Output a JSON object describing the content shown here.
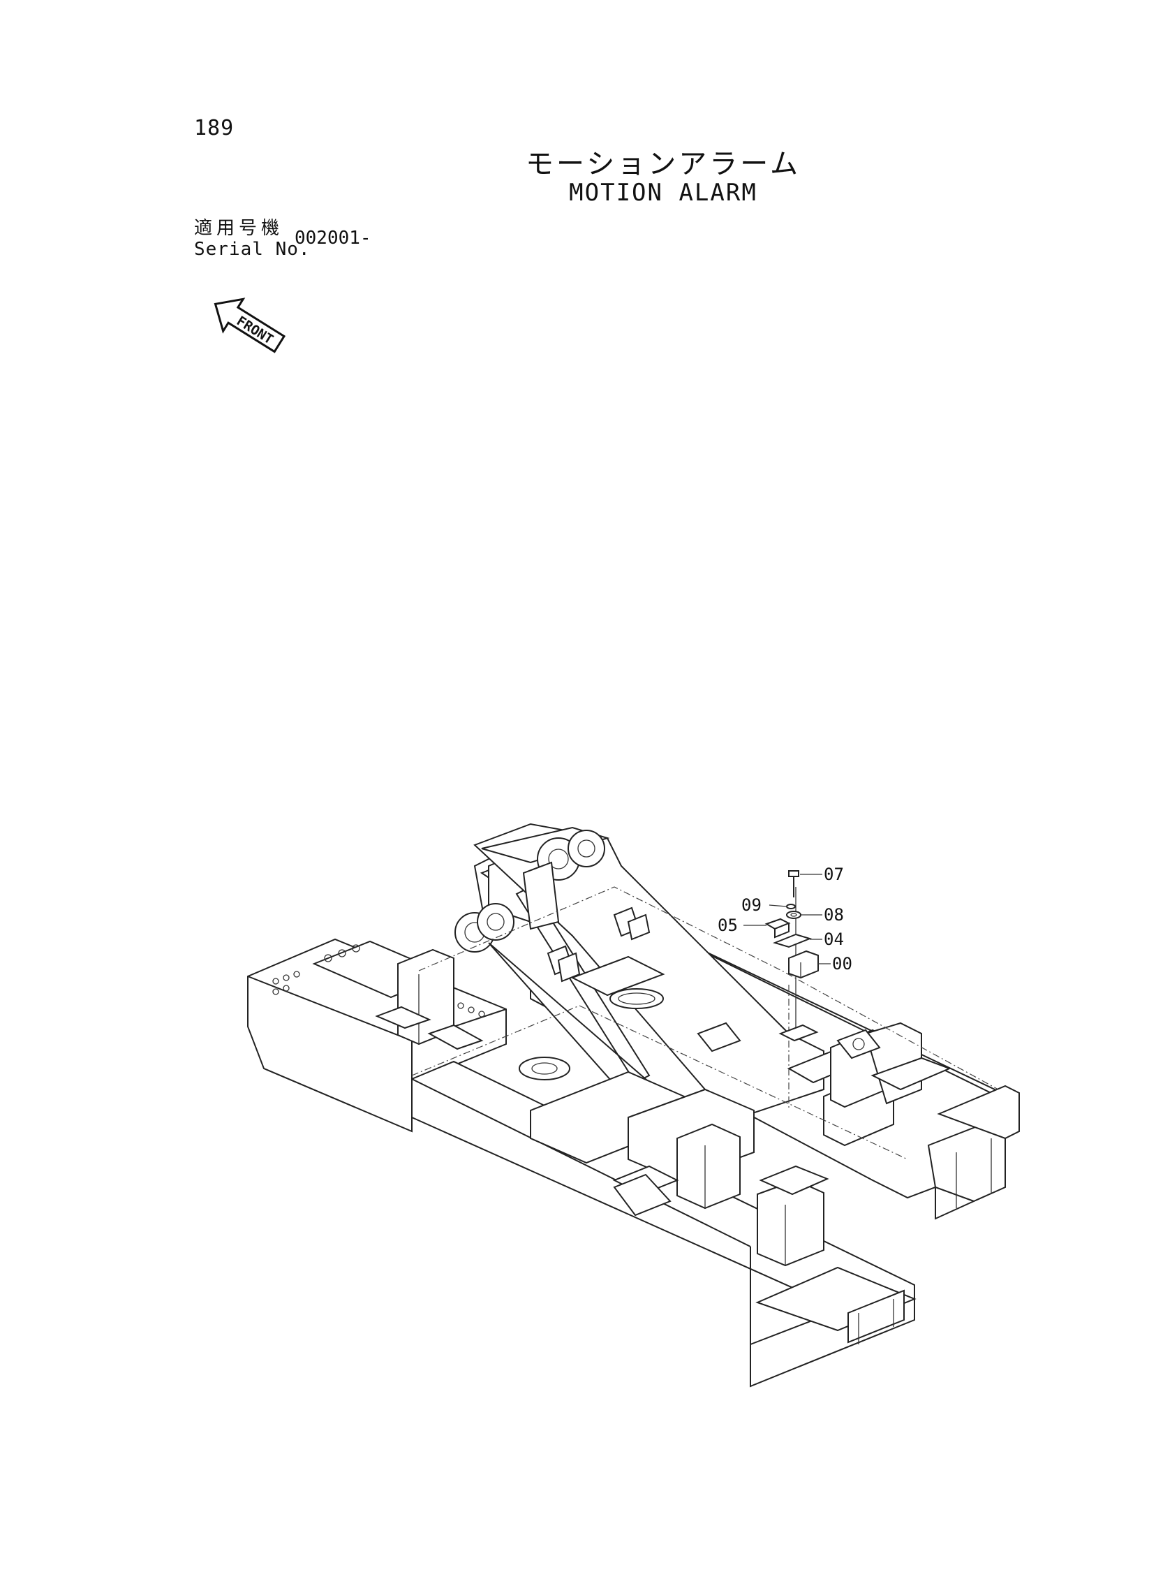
{
  "page": {
    "number": "189"
  },
  "title": {
    "japanese": "モーションアラーム",
    "english": "MOTION ALARM"
  },
  "serial": {
    "label_japanese": "適用号機",
    "label_english": "Serial No.",
    "value": "002001-"
  },
  "front_indicator": {
    "label": "FRONT",
    "icon": "front-arrow-icon"
  },
  "callouts": [
    {
      "id": "07",
      "label": "07"
    },
    {
      "id": "09",
      "label": "09"
    },
    {
      "id": "08",
      "label": "08"
    },
    {
      "id": "05",
      "label": "05"
    },
    {
      "id": "04",
      "label": "04"
    },
    {
      "id": "00",
      "label": "00"
    }
  ]
}
